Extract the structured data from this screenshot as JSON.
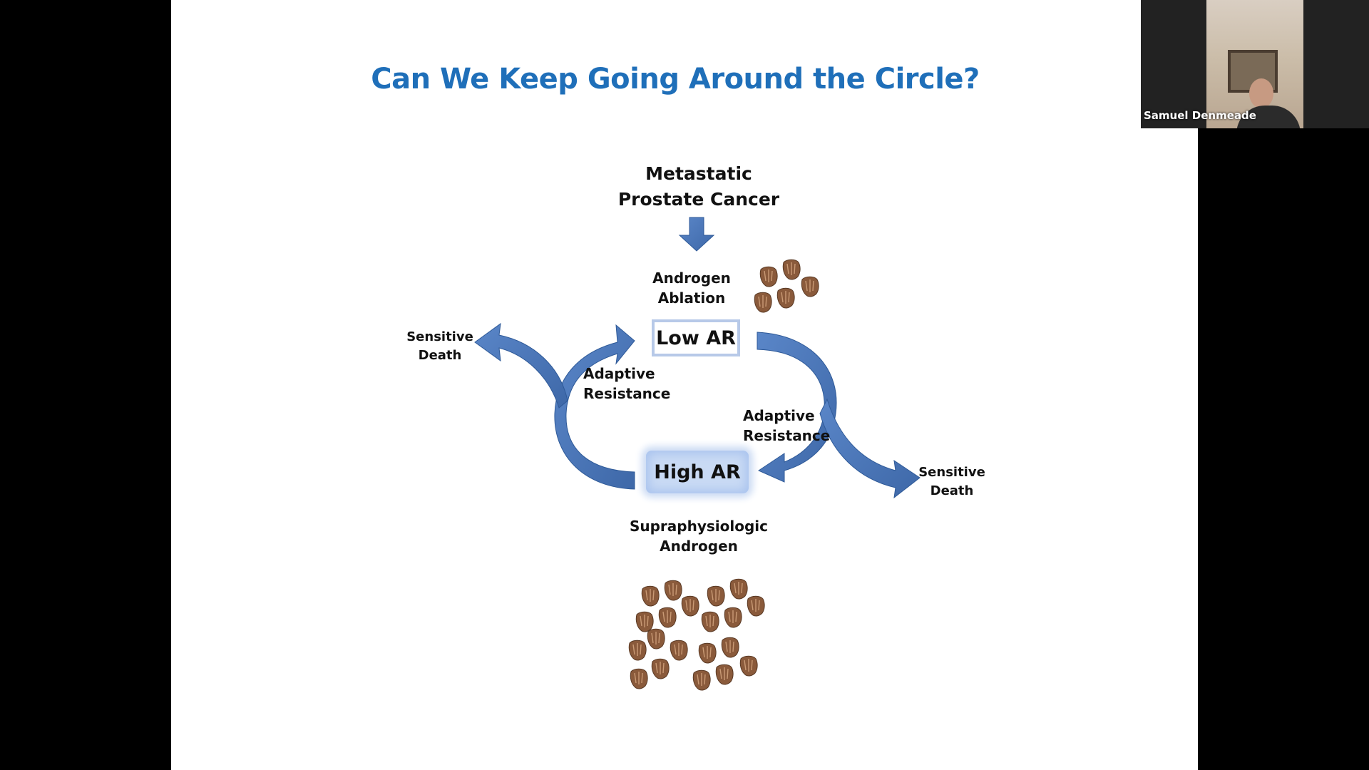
{
  "slide": {
    "title": "Can We Keep Going Around the Circle?",
    "title_color": "#1f6fb9",
    "arrow_color": "#4a76b8"
  },
  "diagram": {
    "top_label": "Metastatic\nProstate Cancer",
    "androgen_ablation": "Androgen\nAblation",
    "low_ar": "Low AR",
    "high_ar": "High AR",
    "adaptive_resistance_left": "Adaptive\nResistance",
    "adaptive_resistance_right": "Adaptive\nResistance",
    "sensitive_death_left": "Sensitive\nDeath",
    "sensitive_death_right": "Sensitive\nDeath",
    "supraphysiologic": "Supraphysiologic\nAndrogen"
  },
  "video": {
    "participant_name": "Samuel Denmeade"
  }
}
